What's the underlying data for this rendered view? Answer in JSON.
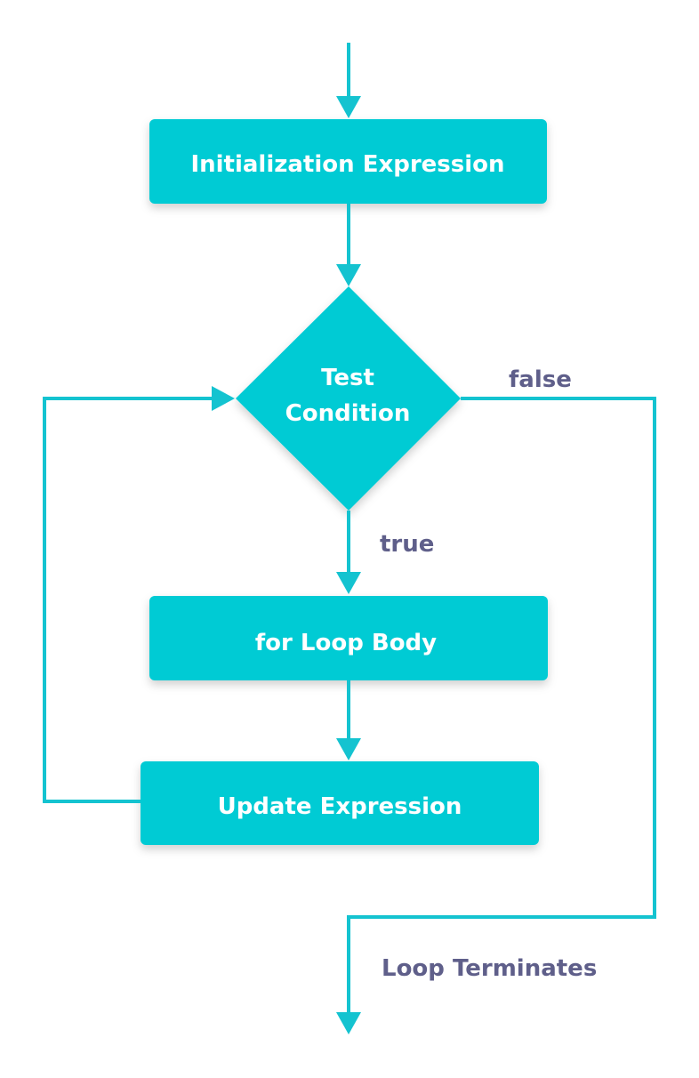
{
  "diagram": {
    "nodes": {
      "init": {
        "label": "Initialization Expression"
      },
      "test": {
        "label_lines": [
          "Test",
          "Condition"
        ]
      },
      "body": {
        "label": "for Loop Body"
      },
      "update": {
        "label": "Update Expression"
      }
    },
    "edge_labels": {
      "false": "false",
      "true": "true",
      "terminates": "Loop Terminates"
    }
  },
  "colors": {
    "node_fill": "#00cbd4",
    "arrow": "#14c3d0",
    "node_text": "#ffffff",
    "edge_label_text": "#5f5f8a"
  }
}
